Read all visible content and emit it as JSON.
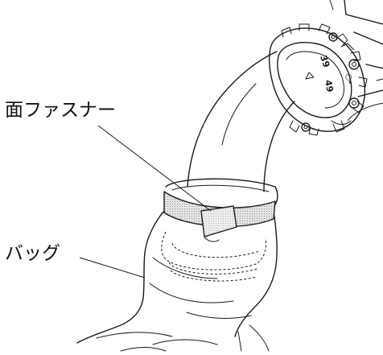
{
  "labels": {
    "fastener": "面ファスナー",
    "bag": "バッグ"
  },
  "coupling_marks": {
    "upper_number": "39",
    "lower_number": "49"
  },
  "colors": {
    "line": "#1a1a1a",
    "background": "#ffffff",
    "strap_fill": "#e4e4e4",
    "strap_dots": "#777777"
  }
}
